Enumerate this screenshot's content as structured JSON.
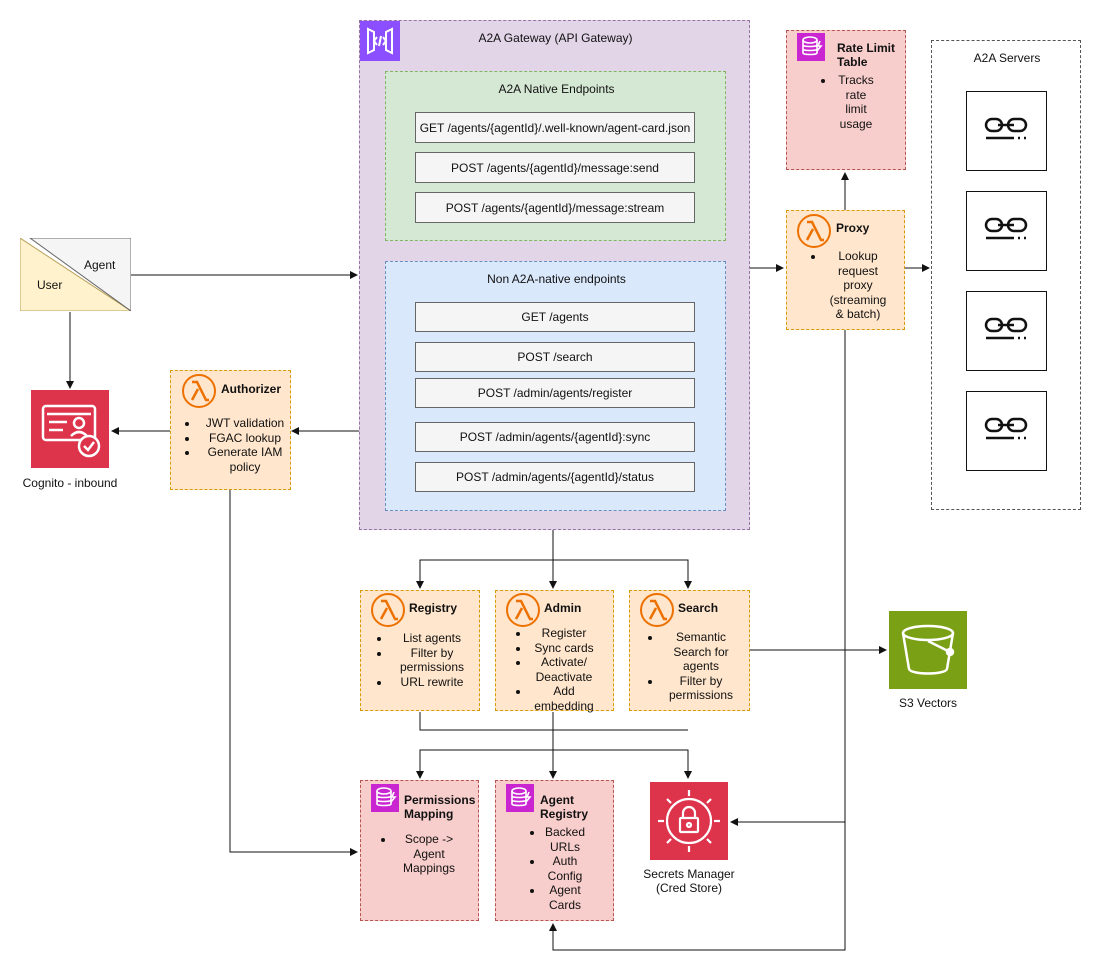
{
  "user_agent": {
    "user": "User",
    "agent": "Agent"
  },
  "cognito": {
    "caption": "Cognito - inbound",
    "icon": "cognito-icon",
    "color": "#dd344c"
  },
  "authorizer": {
    "title": "Authorizer",
    "items": [
      "JWT validation",
      "FGAC lookup",
      "Generate IAM policy"
    ]
  },
  "gateway": {
    "title": "A2A Gateway (API Gateway)",
    "native": {
      "title": "A2A Native Endpoints",
      "endpoints": [
        "GET /agents/{agentId}/.well-known/agent-card.json",
        "POST /agents/{agentId}/message:send",
        "POST /agents/{agentId}/message:stream"
      ]
    },
    "non_native": {
      "title": "Non A2A-native endpoints",
      "endpoints": [
        "GET /agents",
        "POST /search",
        "POST /admin/agents/register",
        "POST /admin/agents/{agentId}:sync",
        "POST /admin/agents/{agentId}/status"
      ]
    }
  },
  "rate_limit": {
    "title": "Rate Limit Table",
    "items": [
      "Tracks rate limit usage"
    ]
  },
  "proxy": {
    "title": "Proxy",
    "items": [
      "Lookup request proxy (streaming & batch)"
    ]
  },
  "servers": {
    "title": "A2A Servers",
    "count": 4,
    "icon": "server-icon"
  },
  "registry": {
    "title": "Registry",
    "items": [
      "List agents",
      "Filter by permissions",
      "URL rewrite"
    ]
  },
  "admin": {
    "title": "Admin",
    "items": [
      "Register",
      "Sync cards",
      "Activate/ Deactivate",
      "Add embedding"
    ]
  },
  "search": {
    "title": "Search",
    "items": [
      "Semantic Search for agents",
      "Filter by permissions"
    ]
  },
  "s3": {
    "caption": "S3 Vectors",
    "icon": "bucket-icon",
    "color": "#7aa116"
  },
  "permissions": {
    "title": "Permissions Mapping",
    "items": [
      "Scope -> Agent Mappings"
    ]
  },
  "agent_registry": {
    "title": "Agent Registry",
    "items": [
      "Backed URLs",
      "Auth Config",
      "Agent Cards"
    ]
  },
  "secrets": {
    "caption": "Secrets Manager (Cred Store)",
    "icon": "secrets-manager-icon",
    "color": "#dd344c"
  },
  "colors": {
    "lambda": "#ed7100",
    "dynamodb": "#c925d1",
    "gateway_icon": "#8c4fff"
  }
}
